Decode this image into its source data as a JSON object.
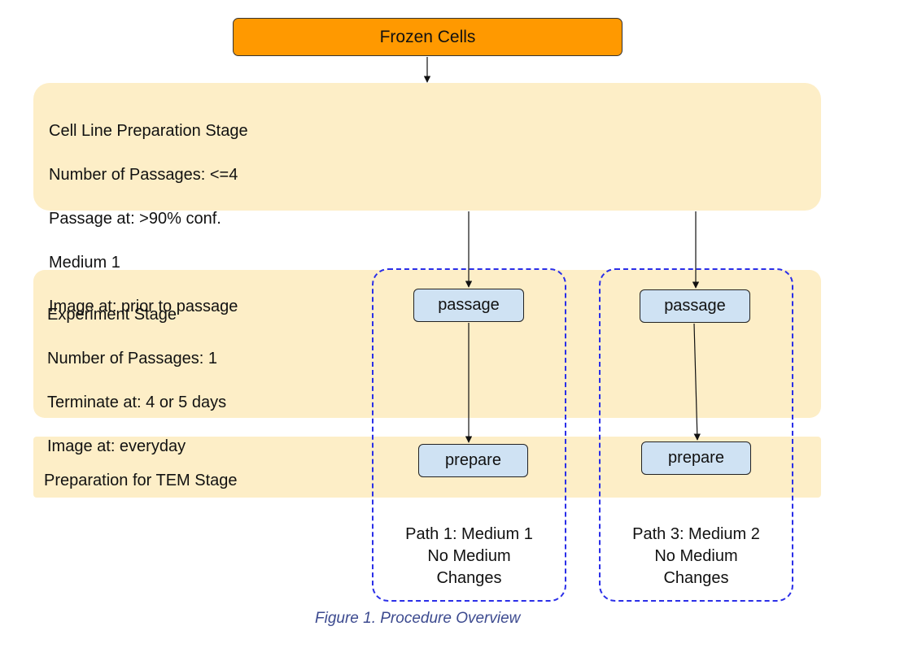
{
  "diagram": {
    "top_node": {
      "label": "Frozen Cells"
    },
    "stages": [
      {
        "title": "Cell Line Preparation Stage",
        "lines": [
          "Number of Passages: <=4",
          "Passage at: >90% conf.",
          "Medium 1",
          "Image at: prior to passage"
        ]
      },
      {
        "title": "Experiment Stage",
        "lines": [
          "Number of Passages: 1",
          "Terminate at: 4 or 5 days",
          "Image at: everyday"
        ]
      },
      {
        "title": "Preparation for TEM Stage",
        "lines": []
      }
    ],
    "paths": [
      {
        "step1": "passage",
        "step2": "prepare",
        "label": [
          "Path 1: Medium 1",
          "No Medium",
          "Changes"
        ]
      },
      {
        "step1": "passage",
        "step2": "prepare",
        "label": [
          "Path 3: Medium 2",
          "No Medium",
          "Changes"
        ]
      }
    ],
    "colors": {
      "top_node_fill": "#ff9900",
      "stage_fill": "#fdeec7",
      "step_fill": "#cfe2f3",
      "path_border": "#2a2ee8",
      "caption": "#3c4a8f"
    }
  },
  "caption": "Figure 1. Procedure Overview"
}
